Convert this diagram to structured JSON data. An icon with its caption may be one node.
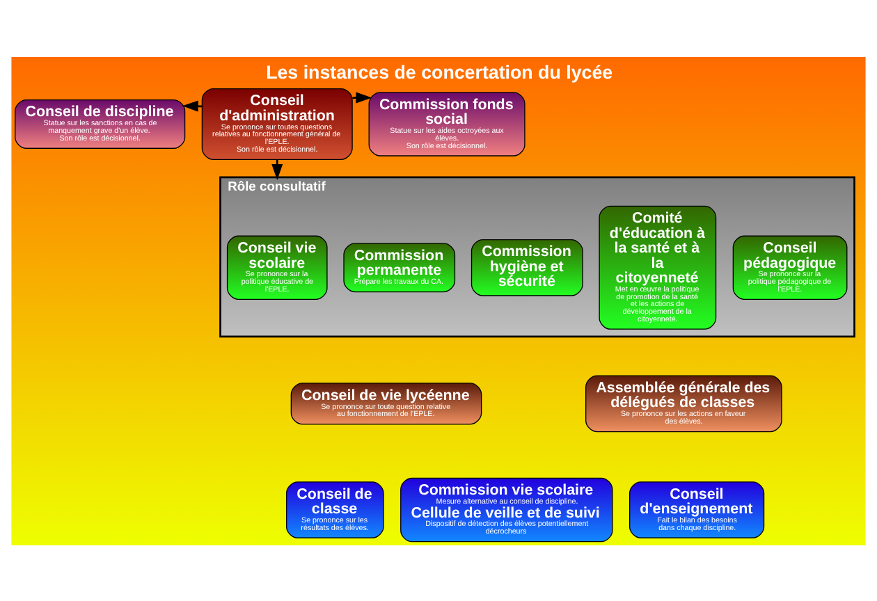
{
  "diagram": {
    "title": "Les instances de concertation du lycée",
    "nodes": [
      {
        "text": [
          "Conseil de discipline",
          "Statue sur les sanctions en cas de manquement grave d'un élève.",
          "Son rôle est décisionnel."
        ]
      },
      {
        "text": [
          "Conseil d'administration",
          "Se prononce sur toutes questions relatives au fonctionnement général de l'EPLE.",
          "Son rôle est décisionnel."
        ]
      },
      {
        "text": [
          "Commission fonds social",
          "Statue sur les aides octroyées aux élèves.",
          "Son rôle est décisionnel."
        ]
      },
      {
        "text": [
          "Rôle consultatif"
        ]
      },
      {
        "text": [
          "Conseil vie scolaire",
          "Se prononce sur la politique éducative de l'EPLE."
        ],
        "in": 3
      },
      {
        "text": [
          "Commission permanente",
          "Prépare les travaux du CA."
        ],
        "in": 3
      },
      {
        "text": [
          "Commission hygiène et sécurité"
        ],
        "in": 3
      },
      {
        "text": [
          "Comité d'éducation à la santé et à la citoyenneté",
          "Met en œuvre la politique de promotion de la santé et les actions de développement de la citoyenneté."
        ],
        "in": 3
      },
      {
        "text": [
          "Conseil pédagogique",
          "Se prononce sur la politique pédagogique de l'EPLE."
        ],
        "in": 3
      },
      {
        "text": [
          "Conseil de vie lycéenne",
          "Se prononce sur toute question relative au fonctionnement de l'EPLE."
        ]
      },
      {
        "text": [
          "Assemblée générale des délégués de classes",
          "Se prononce sur les actions en faveur des élèves."
        ]
      },
      {
        "text": [
          "Conseil de classe",
          "Se prononce sur les résultats des élèves."
        ]
      },
      {
        "text": [
          "Commission vie scolaire",
          "Mesure alternative au conseil de discipline.",
          "Cellule de veille et de suivi",
          "Dispositif de détection des élèves potentiellement décrocheurs"
        ]
      },
      {
        "text": [
          "Conseil d'enseignement",
          "Fait le bilan des besoins dans chaque discipline."
        ]
      }
    ],
    "edges": [
      {
        "from": 1,
        "to": 0,
        "arrow": "to"
      },
      {
        "from": 1,
        "to": 2,
        "arrow": "to"
      },
      {
        "from": 1,
        "to": 3,
        "arrow": "to"
      }
    ]
  }
}
